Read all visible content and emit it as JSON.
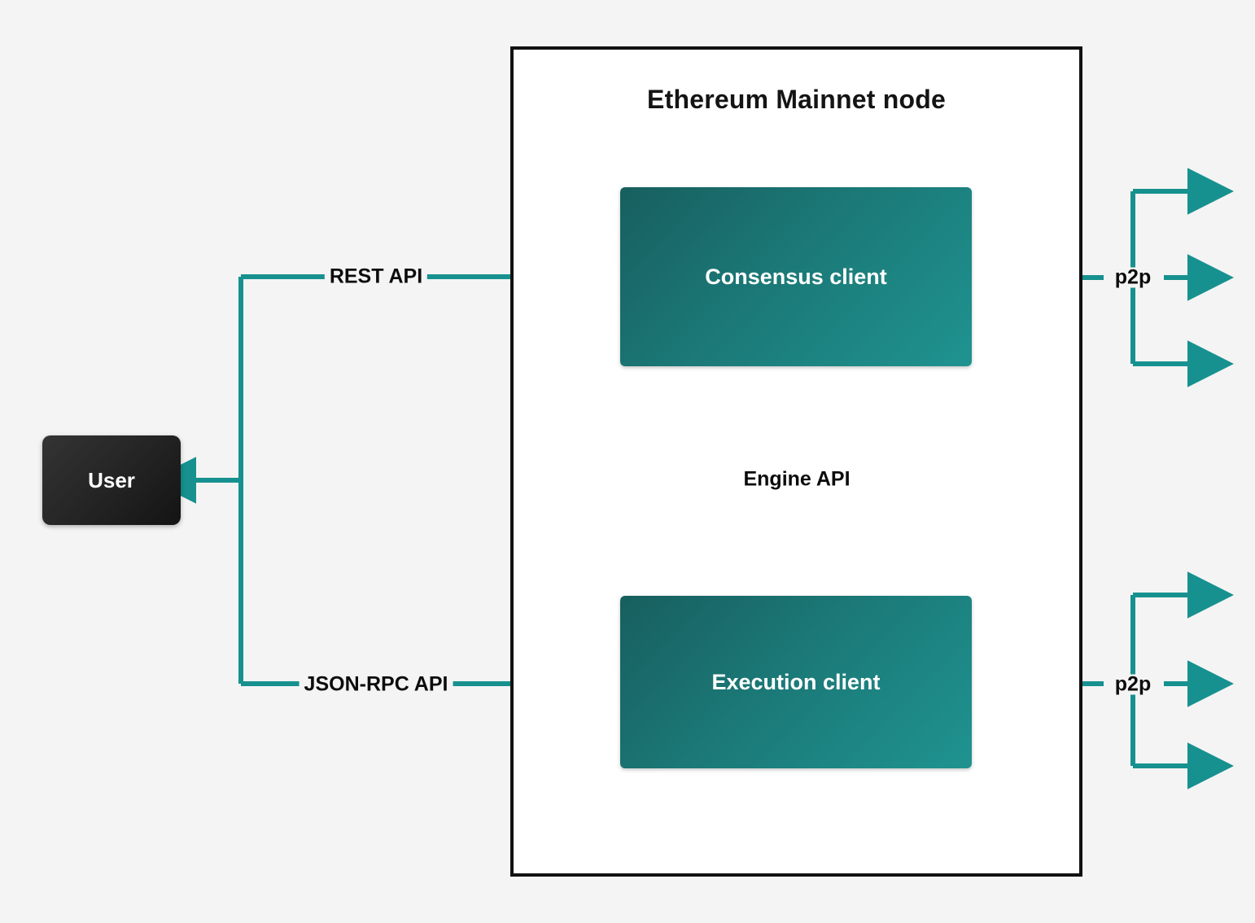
{
  "diagram": {
    "title": "Ethereum Mainnet node",
    "background_color": "#f4f4f4",
    "accent_color": "#17918f",
    "frame_color": "#111111",
    "client_box_gradient_from": "#185f5f",
    "client_box_gradient_to": "#1f9390",
    "user_box_color": "#232323"
  },
  "nodes": {
    "user": {
      "label": "User"
    },
    "consensus_client": {
      "label": "Consensus client"
    },
    "execution_client": {
      "label": "Execution client"
    }
  },
  "edges": {
    "rest_api": {
      "label": "REST API"
    },
    "json_rpc_api": {
      "label": "JSON-RPC API"
    },
    "engine_api": {
      "label": "Engine API"
    },
    "p2p_consensus": {
      "label": "p2p"
    },
    "p2p_execution": {
      "label": "p2p"
    }
  }
}
